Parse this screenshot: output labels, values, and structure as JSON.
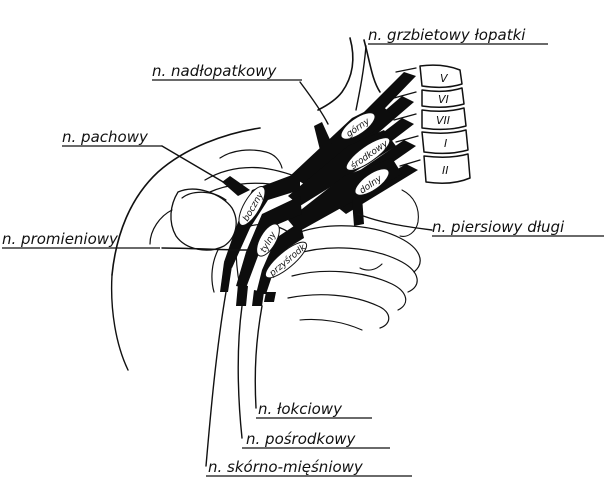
{
  "labels": {
    "grzbietowy": "n. grzbietowy łopatki",
    "nadlopatkowy": "n. nadłopatkowy",
    "pachowy": "n. pachowy",
    "promieniowy": "n. promieniowy",
    "piersiowy": "n. piersiowy długi",
    "lokciowy": "n. łokciowy",
    "posrodkowy": "n. pośrodkowy",
    "skorno": "n. skórno-mięśniowy"
  },
  "trunks": {
    "gorny": "górny",
    "srodkowy": "środkowy",
    "dolny": "dolny"
  },
  "cords": {
    "tylny": "tylny",
    "boczny": "boczny",
    "przysrodkowy": "przyśrodk"
  },
  "vertebrae": [
    "V",
    "VI",
    "VII",
    "I",
    "II"
  ]
}
